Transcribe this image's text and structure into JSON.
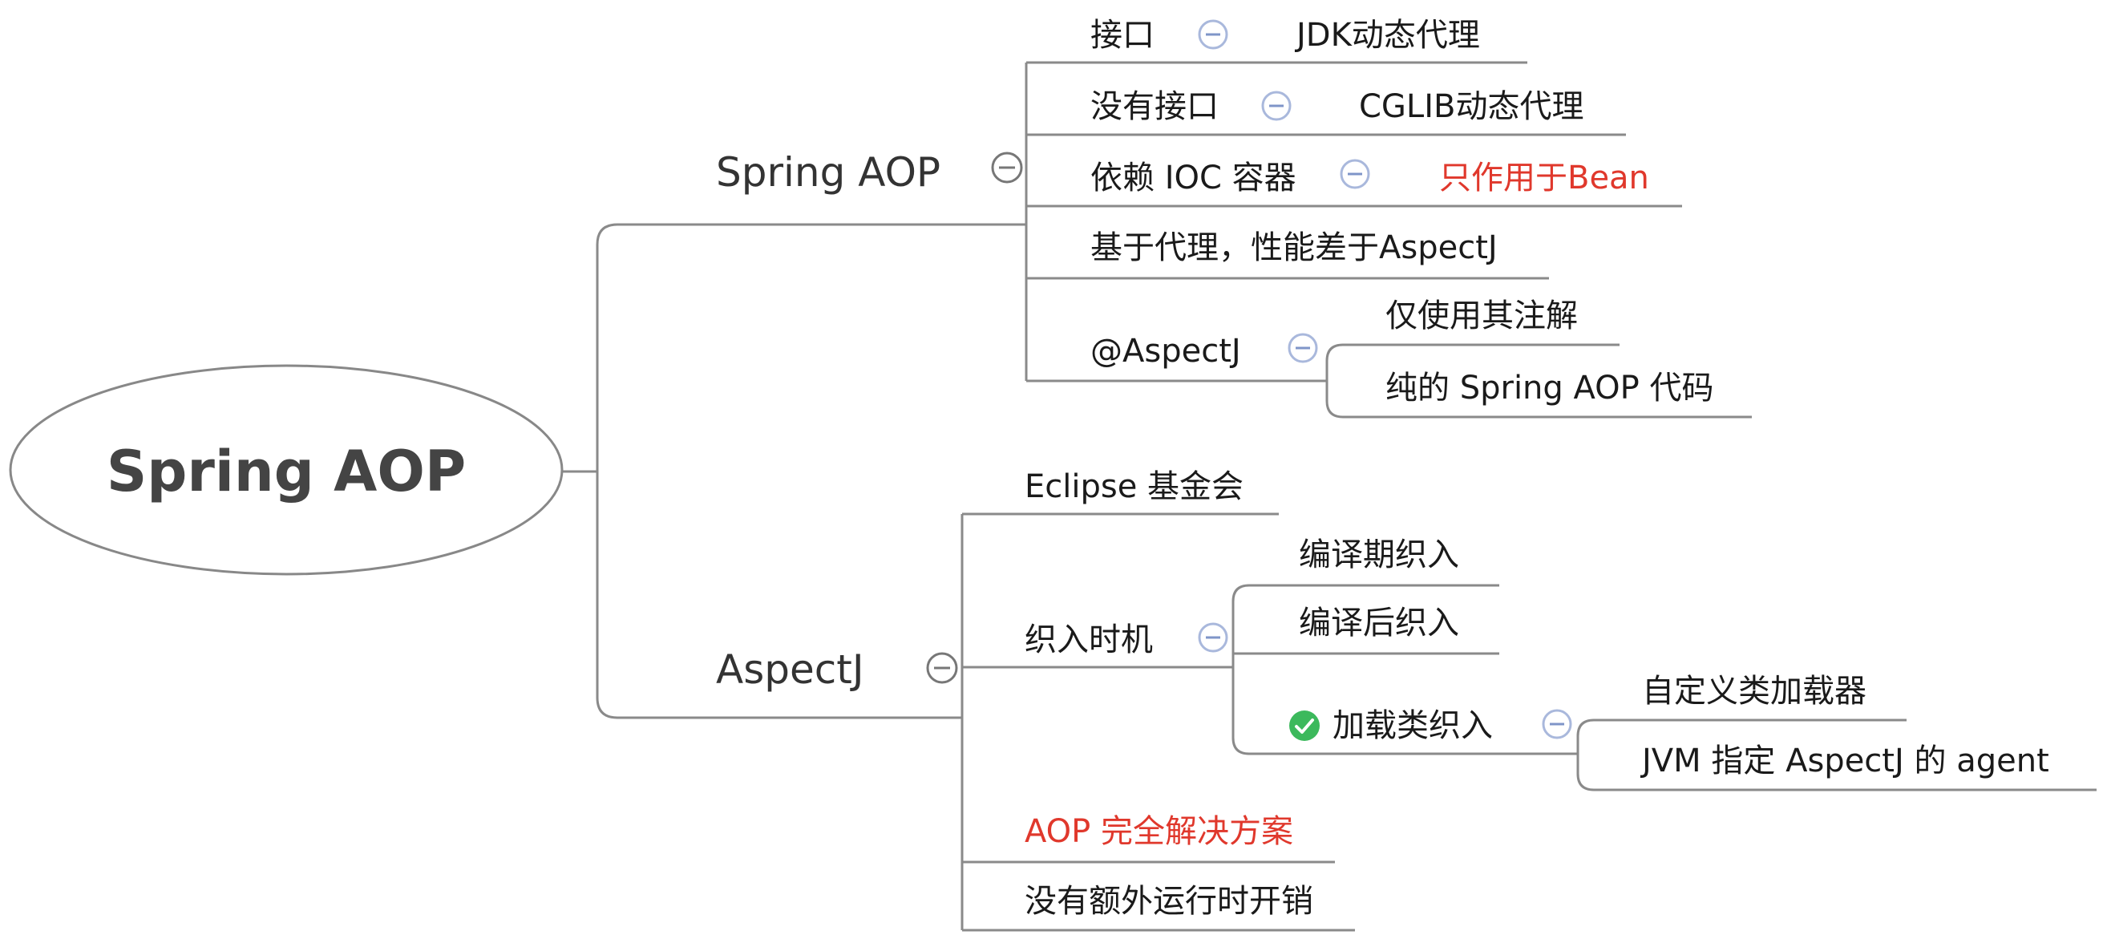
{
  "root": {
    "label": "Spring AOP"
  },
  "branch_spring": {
    "label": "Spring AOP",
    "items": [
      {
        "label": "接口",
        "child": "JDK动态代理",
        "child_color": "#1a1a1a"
      },
      {
        "label": "没有接口",
        "child": "CGLIB动态代理",
        "child_color": "#1a1a1a"
      },
      {
        "label": "依赖 IOC 容器",
        "child": "只作用于Bean",
        "child_color": "#e0382c"
      },
      {
        "label": "基于代理，性能差于AspectJ"
      },
      {
        "label": "@AspectJ",
        "children": [
          "仅使用其注解",
          "纯的 Spring AOP 代码"
        ]
      }
    ]
  },
  "branch_aspectj": {
    "label": "AspectJ",
    "items": [
      {
        "label": "Eclipse 基金会"
      },
      {
        "label": "织入时机",
        "children": [
          {
            "label": "编译期织入"
          },
          {
            "label": "编译后织入"
          },
          {
            "label": "加载类织入",
            "status_icon": "check-circle-icon",
            "status_color": "#3cb95c",
            "children": [
              "自定义类加载器",
              "JVM 指定 AspectJ 的 agent"
            ]
          }
        ]
      },
      {
        "label": "AOP 完全解决方案",
        "color": "#e0382c"
      },
      {
        "label": "没有额外运行时开销"
      }
    ]
  }
}
